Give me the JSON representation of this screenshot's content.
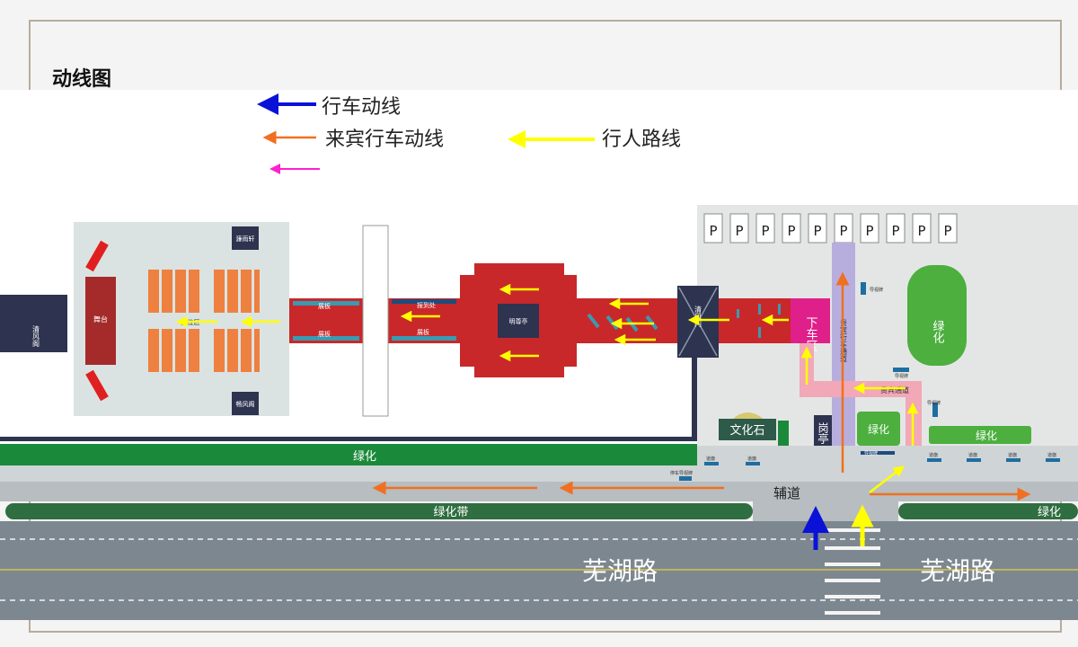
{
  "title": "动线图",
  "legend": {
    "vehicle": "行车动线",
    "guest_vehicle": "来宾行车动线",
    "pedestrian": "行人路线"
  },
  "labels": {
    "stage": "舞台",
    "pavilion_left": "清风阁",
    "top_pavilion": "濂雨轩",
    "bottom_pavilion": "畅风阁",
    "seating": "座位区",
    "board1": "展板",
    "board2": "展板",
    "board3": "报到处",
    "board4": "展板",
    "ming_pavilion": "明尊亭",
    "gate": "清风门",
    "dropoff": "下车区",
    "guest_lane": "贵宾行车通道",
    "guest_channel": "贵宾通道",
    "green_right": "绿化",
    "culture_stone": "文化石",
    "guard_post": "岗亭",
    "green_small": "绿化",
    "green_strip": "绿化",
    "green_bottom": "绿化",
    "green_belt": "绿化带",
    "green_belt_right": "绿化",
    "aux_road": "辅道",
    "road_left": "芜湖路",
    "road_right": "芜湖路",
    "sign1": "导视牌",
    "sign2": "导视牌",
    "sign3": "导视牌",
    "sign4": "停车导视牌",
    "sign5": "导视牌",
    "sign6": "道旗",
    "sign7": "道旗",
    "sign8": "道旗",
    "sign9": "道旗",
    "sign10": "道旗",
    "sign11": "道旗"
  },
  "parking": [
    "P",
    "P",
    "P",
    "P",
    "P",
    "P",
    "P",
    "P",
    "P",
    "P"
  ],
  "colors": {
    "vehicle": "#0a12d8",
    "guest_vehicle": "#f07020",
    "pedestrian": "#ffff00",
    "extra": "#ff20d0",
    "red_path": "#c8282a",
    "green": "#4caf3e",
    "dark_green": "#1a8a3a",
    "navy": "#2e3350",
    "road": "#7d8790",
    "plaza": "#dde0e2",
    "dropoff": "#e0208a",
    "lavender": "#b8aede",
    "pink": "#f2a8b6"
  }
}
